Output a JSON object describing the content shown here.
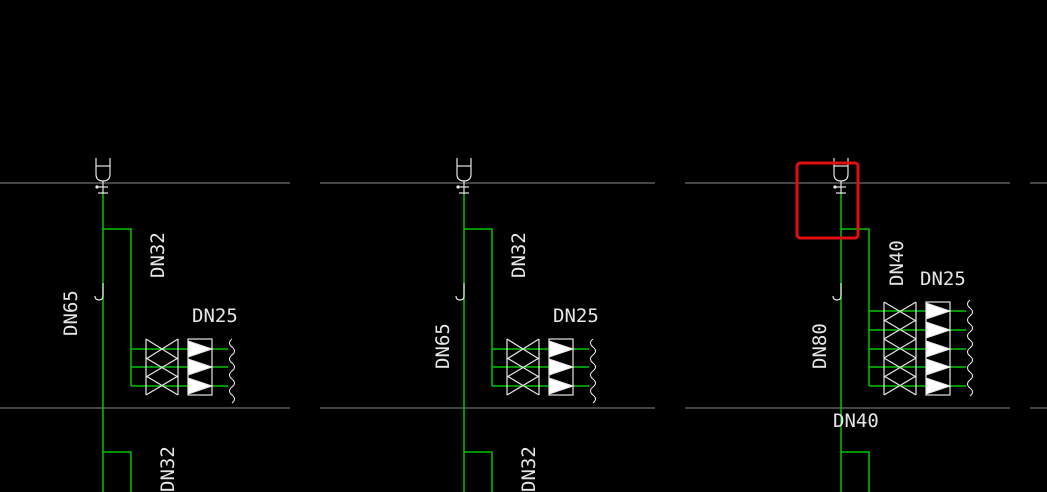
{
  "drawing": {
    "background": "#000000",
    "pipe_color": "#00c400",
    "floor_line_color": "#8a8a8a",
    "symbol_color": "#e6e6e6",
    "highlight_color": "#e01010",
    "groups": [
      {
        "riser_label": "DN65",
        "branch_label": "DN32",
        "manifold_label": "DN25",
        "lower_branch_label": "DN32",
        "lower_riser_label": "",
        "valve_rows": 3
      },
      {
        "riser_label": "DN65",
        "branch_label": "DN32",
        "manifold_label": "DN25",
        "lower_branch_label": "DN32",
        "lower_riser_label": "",
        "valve_rows": 3
      },
      {
        "riser_label": "DN80",
        "branch_label": "DN40",
        "manifold_label": "DN25",
        "lower_branch_label": "",
        "lower_riser_label": "DN40",
        "valve_rows": 5,
        "highlighted": true
      }
    ]
  }
}
